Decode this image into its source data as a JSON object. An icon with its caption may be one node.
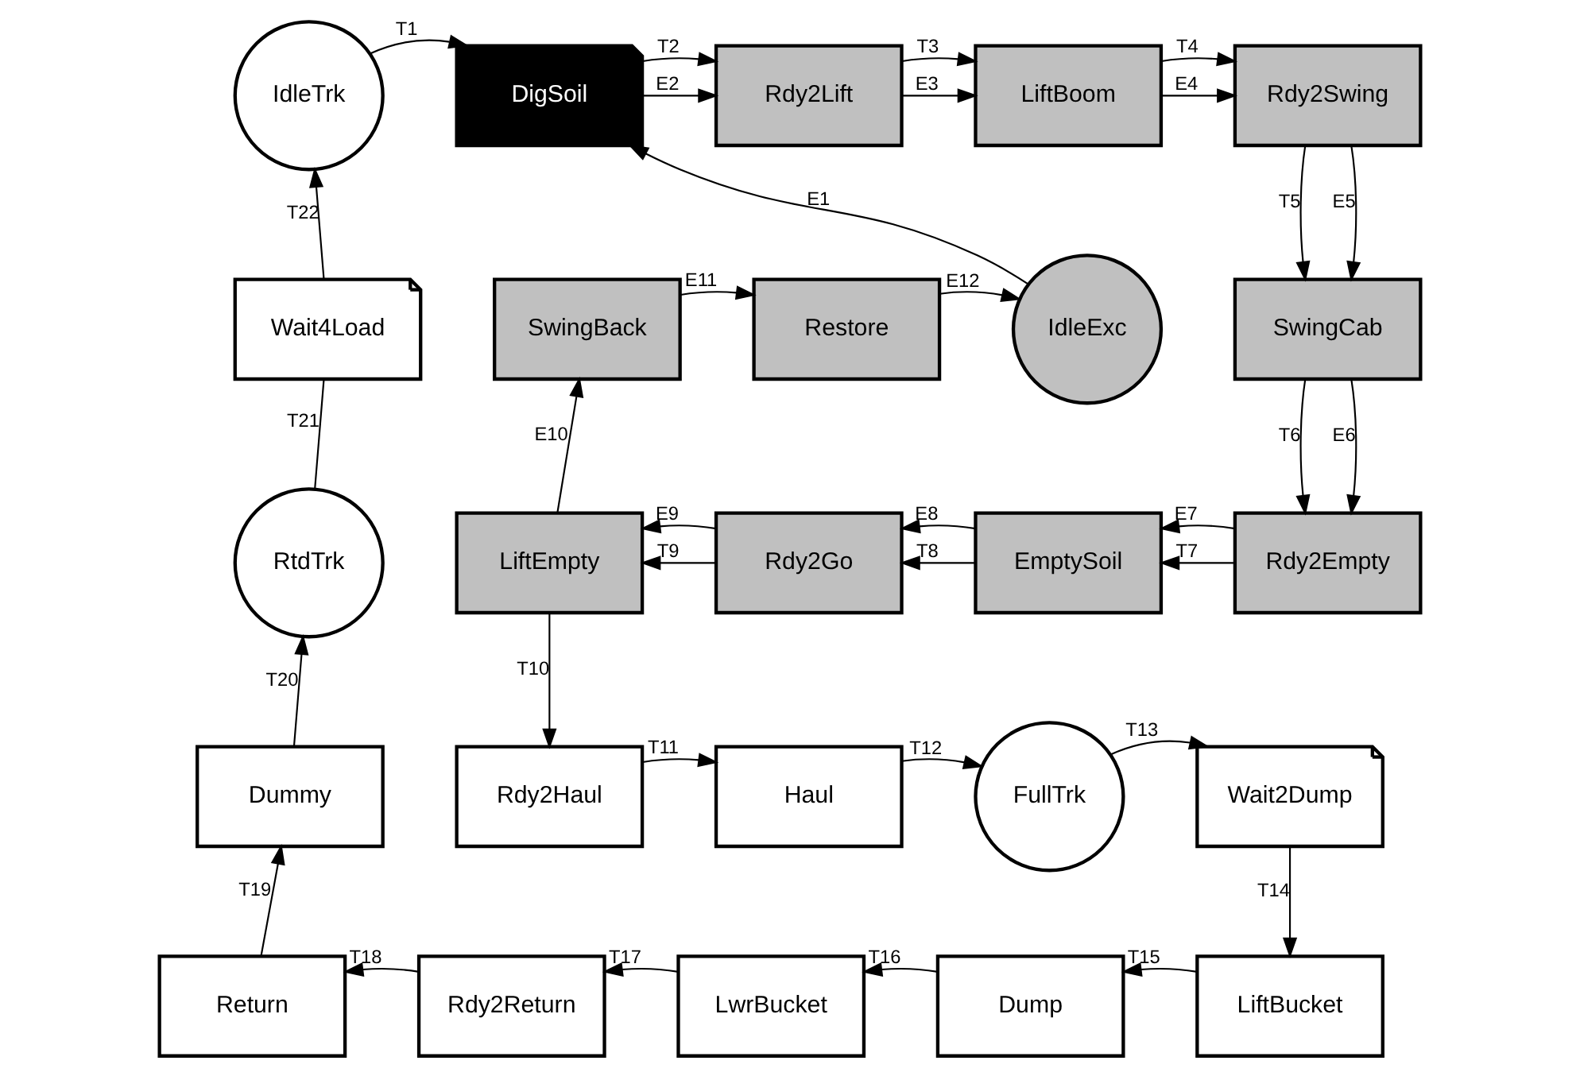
{
  "diagram": {
    "nodes": [
      {
        "text": [
          "IdleTrk"
        ]
      },
      {
        "text": [
          "DigSoil"
        ]
      },
      {
        "text": [
          "Rdy2Lift"
        ]
      },
      {
        "text": [
          "LiftBoom"
        ]
      },
      {
        "text": [
          "Rdy2Swing"
        ]
      },
      {
        "text": [
          "Wait4Load"
        ]
      },
      {
        "text": [
          "SwingBack"
        ]
      },
      {
        "text": [
          "Restore"
        ]
      },
      {
        "text": [
          "IdleExc"
        ]
      },
      {
        "text": [
          "SwingCab"
        ]
      },
      {
        "text": [
          "RtdTrk"
        ]
      },
      {
        "text": [
          "LiftEmpty"
        ]
      },
      {
        "text": [
          "Rdy2Go"
        ]
      },
      {
        "text": [
          "EmptySoil"
        ]
      },
      {
        "text": [
          "Rdy2Empty"
        ]
      },
      {
        "text": [
          "Dummy"
        ]
      },
      {
        "text": [
          "Rdy2Haul"
        ]
      },
      {
        "text": [
          "Haul"
        ]
      },
      {
        "text": [
          "FullTrk"
        ]
      },
      {
        "text": [
          "Wait2Dump"
        ]
      },
      {
        "text": [
          "Return"
        ]
      },
      {
        "text": [
          "Rdy2Return"
        ]
      },
      {
        "text": [
          "LwrBucket"
        ]
      },
      {
        "text": [
          "Dump"
        ]
      },
      {
        "text": [
          "LiftBucket"
        ]
      }
    ],
    "edges": [
      {
        "from": 0,
        "to": 1,
        "label": "T1",
        "arrow": "to"
      },
      {
        "from": 1,
        "to": 2,
        "label": "E2",
        "arrow": "to"
      },
      {
        "from": 1,
        "to": 2,
        "label": "T2",
        "arrow": "to"
      },
      {
        "from": 2,
        "to": 3,
        "label": "E3",
        "arrow": "to"
      },
      {
        "from": 2,
        "to": 3,
        "label": "T3",
        "arrow": "to"
      },
      {
        "from": 3,
        "to": 4,
        "label": "E4",
        "arrow": "to"
      },
      {
        "from": 3,
        "to": 4,
        "label": "T4",
        "arrow": "to"
      },
      {
        "from": 4,
        "to": 9,
        "label": "T5",
        "arrow": "to"
      },
      {
        "from": 4,
        "to": 9,
        "label": "E5",
        "arrow": "to"
      },
      {
        "from": 8,
        "to": 1,
        "label": "E1",
        "arrow": "to"
      },
      {
        "from": 6,
        "to": 7,
        "label": "E11",
        "arrow": "to"
      },
      {
        "from": 7,
        "to": 8,
        "label": "E12",
        "arrow": "to"
      },
      {
        "from": 9,
        "to": 14,
        "label": "T6",
        "arrow": "to"
      },
      {
        "from": 9,
        "to": 14,
        "label": "E6",
        "arrow": "to"
      },
      {
        "from": 14,
        "to": 13,
        "label": "T7",
        "arrow": "to"
      },
      {
        "from": 14,
        "to": 13,
        "label": "E7",
        "arrow": "to"
      },
      {
        "from": 13,
        "to": 12,
        "label": "T8",
        "arrow": "to"
      },
      {
        "from": 13,
        "to": 12,
        "label": "E8",
        "arrow": "to"
      },
      {
        "from": 12,
        "to": 11,
        "label": "T9",
        "arrow": "to"
      },
      {
        "from": 12,
        "to": 11,
        "label": "E9",
        "arrow": "to"
      },
      {
        "from": 11,
        "to": 6,
        "label": "E10",
        "arrow": "to"
      },
      {
        "from": 11,
        "to": 16,
        "label": "T10",
        "arrow": "to"
      },
      {
        "from": 16,
        "to": 17,
        "label": "T11",
        "arrow": "to"
      },
      {
        "from": 17,
        "to": 18,
        "label": "T12",
        "arrow": "to"
      },
      {
        "from": 18,
        "to": 19,
        "label": "T13",
        "arrow": "to"
      },
      {
        "from": 19,
        "to": 24,
        "label": "T14",
        "arrow": "to"
      },
      {
        "from": 24,
        "to": 23,
        "label": "T15",
        "arrow": "to"
      },
      {
        "from": 23,
        "to": 22,
        "label": "T16",
        "arrow": "to"
      },
      {
        "from": 22,
        "to": 21,
        "label": "T17",
        "arrow": "to"
      },
      {
        "from": 21,
        "to": 20,
        "label": "T18",
        "arrow": "to"
      },
      {
        "from": 20,
        "to": 15,
        "label": "T19",
        "arrow": "to"
      },
      {
        "from": 15,
        "to": 10,
        "label": "T20",
        "arrow": "to"
      },
      {
        "from": 10,
        "to": 5,
        "label": "T21",
        "arrow": "none"
      },
      {
        "from": 5,
        "to": 0,
        "label": "T22",
        "arrow": "to"
      }
    ]
  }
}
